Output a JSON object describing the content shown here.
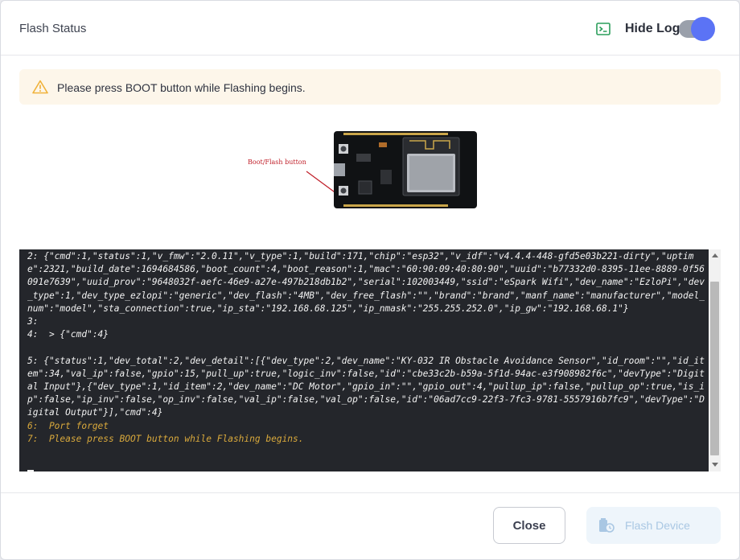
{
  "header": {
    "title": "Flash Status",
    "hide_log_label": "Hide Log",
    "hide_log_enabled": true
  },
  "alert": {
    "message": "Please press BOOT button while Flashing begins."
  },
  "board_image": {
    "callout_label": "Boot/Flash button"
  },
  "log": {
    "lines": [
      {
        "text": "2: {\"cmd\":1,\"status\":1,\"v_fmw\":\"2.0.11\",\"v_type\":1,\"build\":171,\"chip\":\"esp32\",\"v_idf\":\"v4.4.4-448-gfd5e03b221-dirty\",\"uptime\":2321,\"build_date\":1694684586,\"boot_count\":4,\"boot_reason\":1,\"mac\":\"60:90:09:40:80:90\",\"uuid\":\"b77332d0-8395-11ee-8889-0f56091e7639\",\"uuid_prov\":\"9648032f-aefc-46e9-a27e-497b218db1b2\",\"serial\":102003449,\"ssid\":\"eSpark Wifi\",\"dev_name\":\"EzloPi\",\"dev_type\":1,\"dev_type_ezlopi\":\"generic\",\"dev_flash\":\"4MB\",\"dev_free_flash\":\"\",\"brand\":\"brand\",\"manf_name\":\"manufacturer\",\"model_num\":\"model\",\"sta_connection\":true,\"ip_sta\":\"192.168.68.125\",\"ip_nmask\":\"255.255.252.0\",\"ip_gw\":\"192.168.68.1\"}",
        "kind": "normal"
      },
      {
        "text": "3:",
        "kind": "normal"
      },
      {
        "text": "4:  > {\"cmd\":4}",
        "kind": "normal"
      },
      {
        "text": " ",
        "kind": "normal"
      },
      {
        "text": "5: {\"status\":1,\"dev_total\":2,\"dev_detail\":[{\"dev_type\":2,\"dev_name\":\"KY-032 IR Obstacle Avoidance Sensor\",\"id_room\":\"\",\"id_item\":34,\"val_ip\":false,\"gpio\":15,\"pull_up\":true,\"logic_inv\":false,\"id\":\"cbe33c2b-b59a-5f1d-94ac-e3f908982f6c\",\"devType\":\"Digital Input\"},{\"dev_type\":1,\"id_item\":2,\"dev_name\":\"DC Motor\",\"gpio_in\":\"\",\"gpio_out\":4,\"pullup_ip\":false,\"pullup_op\":true,\"is_ip\":false,\"ip_inv\":false,\"op_inv\":false,\"val_ip\":false,\"val_op\":false,\"id\":\"06ad7cc9-22f3-7fc3-9781-5557916b7fc9\",\"devType\":\"Digital Output\"}],\"cmd\":4}",
        "kind": "normal"
      },
      {
        "text": "6:  Port forget",
        "kind": "warn"
      },
      {
        "text": "7:  Please press BOOT button while Flashing begins.",
        "kind": "warn"
      }
    ]
  },
  "footer": {
    "close_label": "Close",
    "flash_label": "Flash Device"
  },
  "icons": {
    "log": "terminal-icon",
    "alert": "warning-icon",
    "flash": "flash-device-icon"
  },
  "colors": {
    "toggle_on": "#5b73f5",
    "alert_bg": "#fdf6ea",
    "warning": "#f0b23b",
    "console_bg": "#24262b",
    "log_warn": "#d9a93c",
    "flash_disabled_text": "#a9c7e3"
  }
}
